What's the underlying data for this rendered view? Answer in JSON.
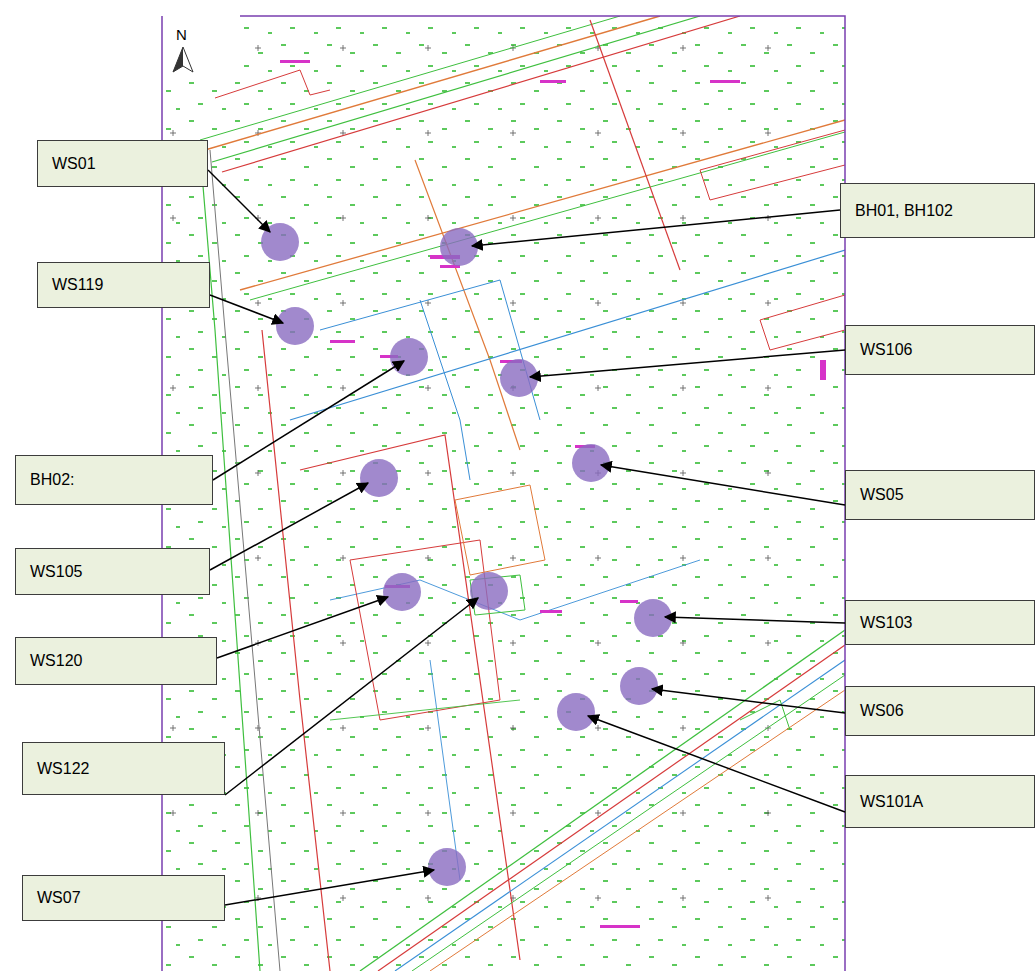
{
  "diagram": {
    "nodes": [
      {
        "text": [
          "WS01"
        ]
      },
      {
        "text": [
          "BH01, BH102"
        ]
      },
      {
        "text": [
          "WS119"
        ]
      },
      {
        "text": [
          "WS106"
        ]
      },
      {
        "text": [
          "BH02:"
        ]
      },
      {
        "text": [
          "WS05"
        ]
      },
      {
        "text": [
          "WS105"
        ]
      },
      {
        "text": [
          "WS103"
        ]
      },
      {
        "text": [
          "WS120"
        ]
      },
      {
        "text": [
          "WS06"
        ]
      },
      {
        "text": [
          "WS122"
        ]
      },
      {
        "text": [
          "WS101A"
        ]
      },
      {
        "text": [
          "WS07"
        ]
      }
    ],
    "labels": [
      "N"
    ]
  }
}
